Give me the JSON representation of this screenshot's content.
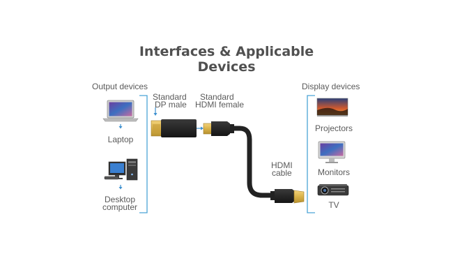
{
  "title": {
    "line1": "Interfaces & Applicable",
    "line2": "Devices"
  },
  "output": {
    "heading": "Output devices",
    "laptop_label": "Laptop",
    "desktop_label_line1": "Desktop",
    "desktop_label_line2": "computer"
  },
  "display": {
    "heading": "Display devices",
    "projectors_label": "Projectors",
    "monitors_label": "Monitors",
    "tv_label": "TV"
  },
  "cable": {
    "dp_line1": "Standard",
    "dp_line2": "DP male",
    "hdmi_f_line1": "Standard",
    "hdmi_f_line2": "HDMI female",
    "hdmi_cable_line1": "HDMI",
    "hdmi_cable_line2": "cable"
  },
  "colors": {
    "bracket": "#4aa3d6",
    "arrow": "#3b8fcf",
    "connector_gold": "#d8b24a",
    "cable_black": "#2a2a2a",
    "title": "#505050"
  }
}
